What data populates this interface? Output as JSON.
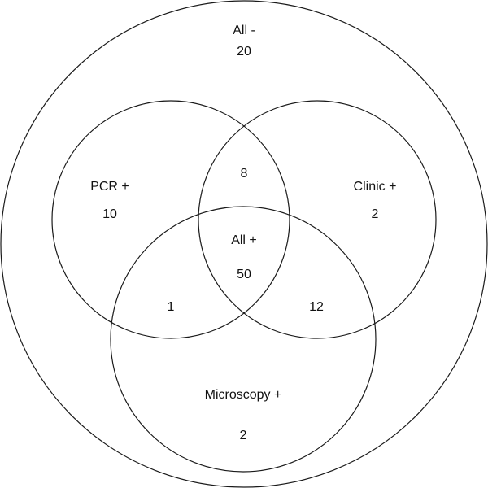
{
  "outer": {
    "label": "All -",
    "count": "20"
  },
  "pcr": {
    "label": "PCR +",
    "count": "10"
  },
  "clinic": {
    "label": "Clinic +",
    "count": "2"
  },
  "microscopy": {
    "label": "Microscopy +",
    "count": "2"
  },
  "overlaps": {
    "pcr_clinic": "8",
    "all": {
      "label": "All +",
      "count": "50"
    },
    "pcr_microscopy": "1",
    "clinic_microscopy": "12"
  },
  "colors": {
    "stroke": "#1a1a1a",
    "text": "#111111",
    "background": "#ffffff"
  }
}
